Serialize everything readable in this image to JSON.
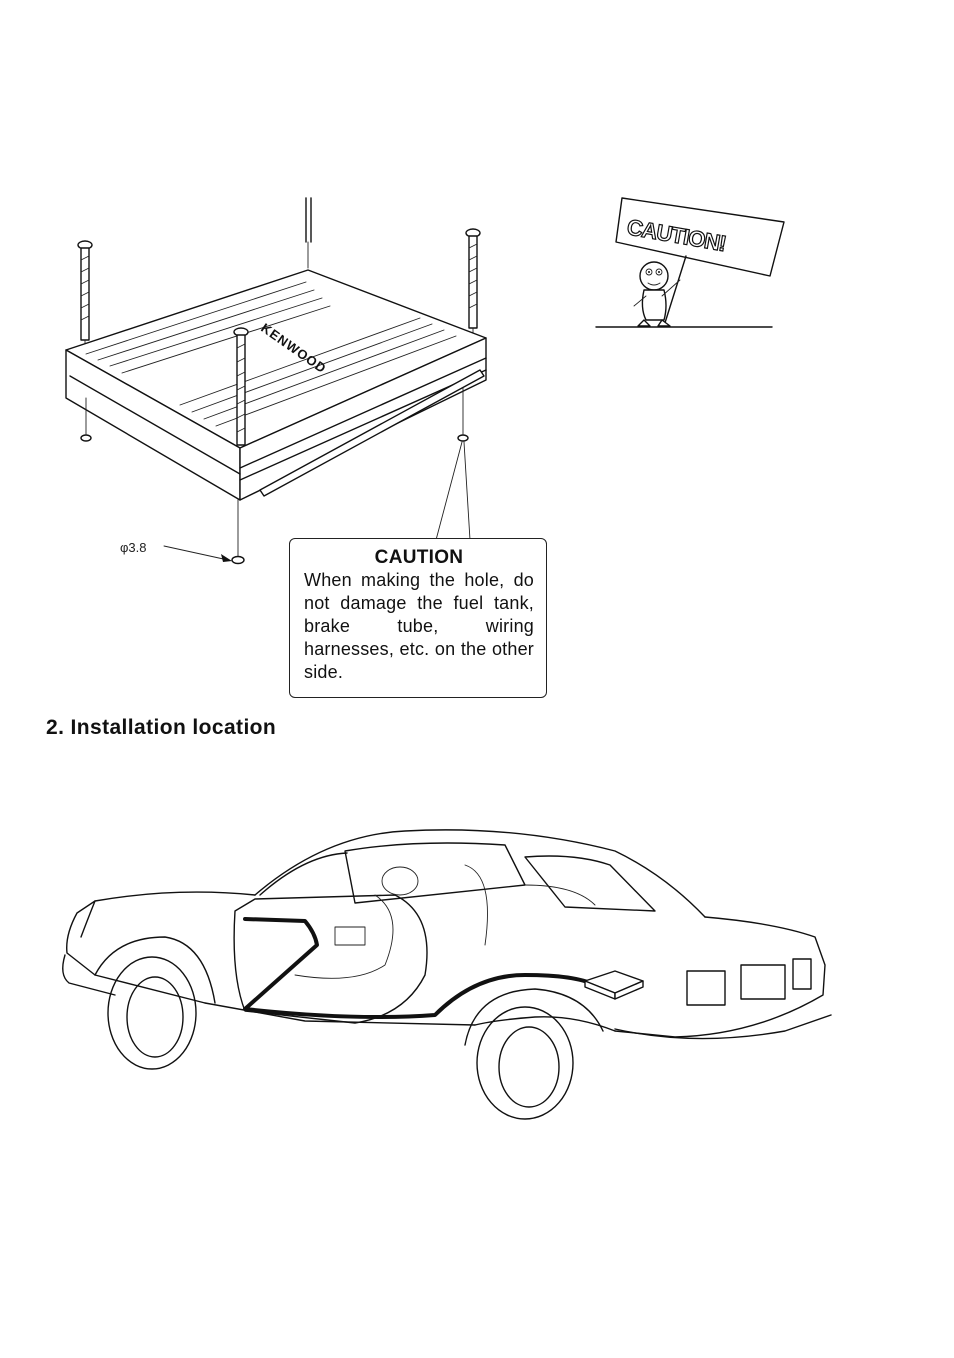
{
  "amplifier_figure": {
    "brand_label": "KENWOOD",
    "hole_diameter_label": "φ3.8"
  },
  "caution_note": {
    "title": "CAUTION",
    "body": "When making the hole, do not damage the fuel tank, brake tube, wiring harnesses, etc. on the other side."
  },
  "caution_sign": {
    "text": "CAUTION!"
  },
  "section": {
    "heading": "2.  Installation location"
  }
}
